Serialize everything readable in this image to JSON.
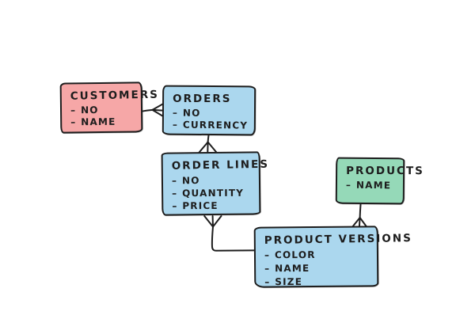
{
  "ui": {
    "bullet": "–"
  },
  "diagram": {
    "type": "entity-relationship-sketch",
    "background": "#ffffff",
    "ink_color": "#1d1d1d",
    "fill_pink": "#f6a7a7",
    "fill_blue": "#abd7ee",
    "fill_green": "#95d9b8"
  },
  "entities": [
    {
      "id": "customers",
      "title": "CUSTOMERS",
      "color": "#f6a7a7",
      "attributes": [
        "NO",
        "NAME"
      ]
    },
    {
      "id": "orders",
      "title": "ORDERS",
      "color": "#abd7ee",
      "attributes": [
        "NO",
        "CURRENCY"
      ]
    },
    {
      "id": "order_lines",
      "title": "ORDER LINES",
      "color": "#abd7ee",
      "attributes": [
        "NO",
        "QUANTITY",
        "PRICE"
      ]
    },
    {
      "id": "products",
      "title": "PRODUCTS",
      "color": "#95d9b8",
      "attributes": [
        "NAME"
      ]
    },
    {
      "id": "product_versions",
      "title": "PRODUCT VERSIONS",
      "color": "#abd7ee",
      "attributes": [
        "COLOR",
        "NAME",
        "SIZE"
      ]
    }
  ],
  "relationships": [
    {
      "from": "CUSTOMERS",
      "to": "ORDERS",
      "cardinality": "one-to-many",
      "many_side": "ORDERS"
    },
    {
      "from": "ORDERS",
      "to": "ORDER LINES",
      "cardinality": "one-to-many",
      "many_side": "ORDER LINES"
    },
    {
      "from": "PRODUCT VERSIONS",
      "to": "ORDER LINES",
      "cardinality": "one-to-many",
      "many_side": "ORDER LINES"
    },
    {
      "from": "PRODUCTS",
      "to": "PRODUCT VERSIONS",
      "cardinality": "one-to-many",
      "many_side": "PRODUCT VERSIONS"
    }
  ]
}
